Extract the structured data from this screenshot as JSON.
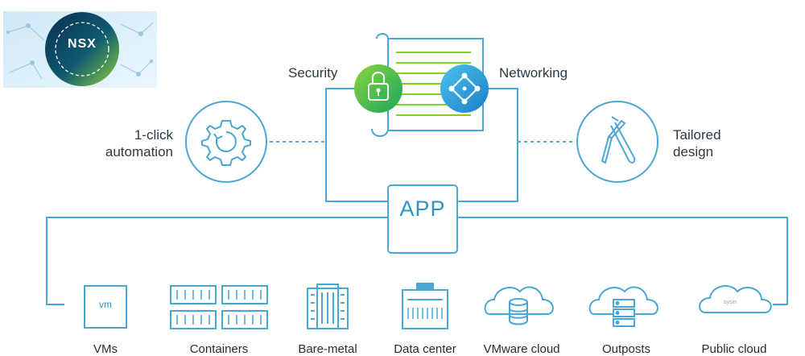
{
  "logo": {
    "text": "NSX"
  },
  "top": {
    "security_label": "Security",
    "networking_label": "Networking"
  },
  "side": {
    "automation_label_line1": "1-click",
    "automation_label_line2": "automation",
    "design_label_line1": "Tailored",
    "design_label_line2": "design"
  },
  "center": {
    "app_label": "APP"
  },
  "platforms": {
    "vm_icon_text": "vm",
    "public_icon_text": "sysin",
    "labels": [
      "VMs",
      "Containers",
      "Bare-metal",
      "Data center",
      "VMware cloud",
      "Outposts",
      "Public cloud"
    ]
  },
  "colors": {
    "line": "#4aa6d2",
    "accent_green": "#3ab54a",
    "accent_blue": "#2f9fd8",
    "logo_bg": "#0b3d5c",
    "text": "#2b3a44"
  }
}
